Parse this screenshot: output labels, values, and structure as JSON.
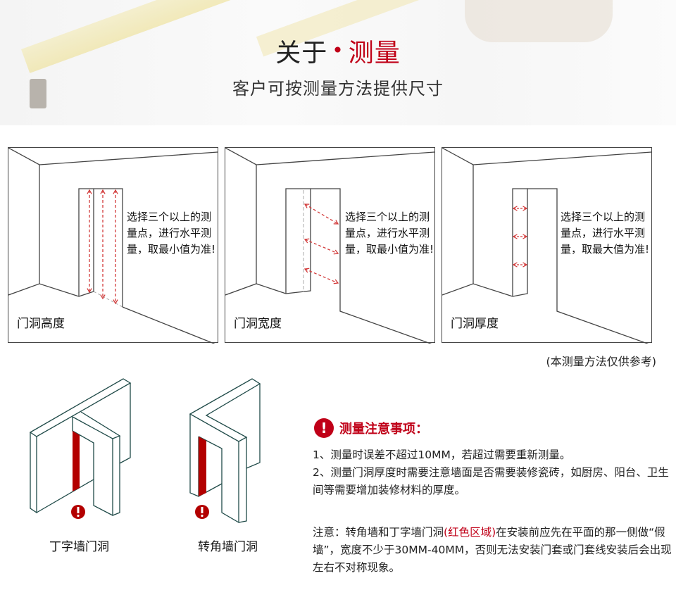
{
  "header": {
    "title_part1": "关于",
    "title_dot": "•",
    "title_part2": "测量",
    "subtitle": "客户可按测量方法提供尺寸"
  },
  "panels": [
    {
      "label": "门洞高度",
      "instruction": "选择三个以上的测量点，进行水平测量，取最小值为准!"
    },
    {
      "label": "门洞宽度",
      "instruction": "选择三个以上的测量点，进行水平测量，取最小值为准!"
    },
    {
      "label": "门洞厚度",
      "instruction": "选择三个以上的测量点，进行水平测量，取最大值为准!"
    }
  ],
  "reference_note": "(本测量方法仅供参考)",
  "wall_types": [
    {
      "label": "丁字墙门洞"
    },
    {
      "label": "转角墙门洞"
    }
  ],
  "notice": {
    "heading": "测量注意事项：",
    "items": [
      "1、测量时误差不超过10MM，若超过需要重新测量。",
      "2、测量门洞厚度时需要注意墙面是否需要装修瓷砖，如厨房、阳台、卫生间等需要增加装修材料的厚度。"
    ],
    "caution_prefix": "注意：转角墙和丁字墙门洞",
    "caution_highlight": "(红色区域)",
    "caution_suffix": "在安装前应先在平面的那一侧做“假墙”，宽度不少于30MM-40MM，否则无法安装门套或门套线安装后会出现左右不对称现象。"
  },
  "colors": {
    "accent": "#c00018",
    "line": "#444444",
    "iso_line": "#1f4a48"
  }
}
